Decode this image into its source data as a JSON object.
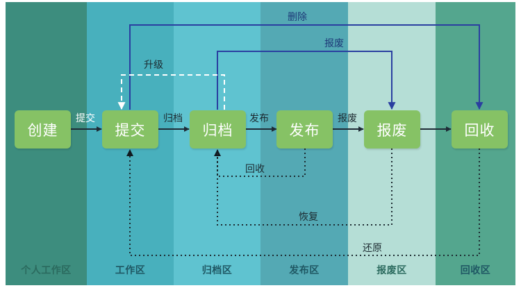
{
  "colors": {
    "node_fill": "#86c265",
    "solid_arrow": "#1f2b36",
    "back_arrow": "#2a3ea0",
    "dashed_white": "#ffffff",
    "dotted_line": "#1c2a30",
    "label_dark": "#1c2a30",
    "label_white": "#ffffff",
    "label_top": "#1e3a78"
  },
  "zones": [
    {
      "id": "personal",
      "label": "个人工作区",
      "fill": "#3d8d7e",
      "label_color": "#2b6a5e"
    },
    {
      "id": "work",
      "label": "工作区",
      "fill": "#48b0bd",
      "label_color": "#1f5763"
    },
    {
      "id": "archive",
      "label": "归档区",
      "fill": "#5fc3d0",
      "label_color": "#1f5763"
    },
    {
      "id": "publish",
      "label": "发布区",
      "fill": "#54a9b4",
      "label_color": "#1f5763"
    },
    {
      "id": "scrap",
      "label": "报废区",
      "fill": "#b5ded6",
      "label_color": "#2b6a5e"
    },
    {
      "id": "recycle",
      "label": "回收区",
      "fill": "#54a68e",
      "label_color": "#1f5763"
    }
  ],
  "nodes": [
    {
      "id": "create",
      "label": "创建"
    },
    {
      "id": "submit",
      "label": "提交"
    },
    {
      "id": "archive",
      "label": "归档"
    },
    {
      "id": "publish",
      "label": "发布"
    },
    {
      "id": "scrap",
      "label": "报废"
    },
    {
      "id": "recycle",
      "label": "回收"
    }
  ],
  "edges": [
    {
      "id": "create-submit",
      "label": "提交",
      "style": "solid"
    },
    {
      "id": "submit-archive",
      "label": "归档",
      "style": "solid"
    },
    {
      "id": "archive-publish",
      "label": "发布",
      "style": "solid"
    },
    {
      "id": "publish-scrap",
      "label": "报废",
      "style": "solid"
    },
    {
      "id": "scrap-recycle",
      "label": "",
      "style": "solid"
    },
    {
      "id": "submit-recycle",
      "label": "删除",
      "style": "solid-blue"
    },
    {
      "id": "archive-scrap",
      "label": "报废",
      "style": "solid-blue"
    },
    {
      "id": "archive-submit",
      "label": "升级",
      "style": "dashed-white"
    },
    {
      "id": "publish-archive",
      "label": "回收",
      "style": "dotted"
    },
    {
      "id": "scrap-archive",
      "label": "恢复",
      "style": "dotted"
    },
    {
      "id": "recycle-submit",
      "label": "还原",
      "style": "dotted"
    }
  ]
}
